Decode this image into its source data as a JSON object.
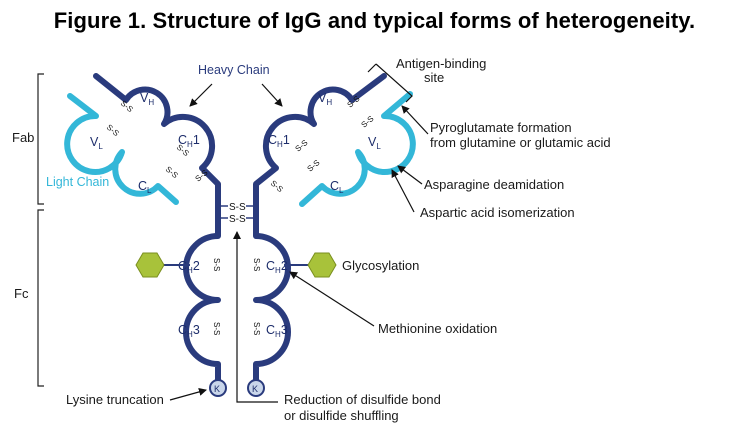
{
  "figure": {
    "title": "Figure 1. Structure of IgG and typical forms of heterogeneity."
  },
  "chains": {
    "heavy": "Heavy Chain",
    "light": "Light Chain"
  },
  "regions": {
    "fab": "Fab",
    "fc": "Fc"
  },
  "domains": {
    "vh_base": "V",
    "vh_sub": "H",
    "vl_base": "V",
    "vl_sub": "L",
    "ch1_base": "C",
    "ch1_sub": "H",
    "ch1_suffix": "1",
    "cl_base": "C",
    "cl_sub": "L",
    "ch2_base": "C",
    "ch2_sub": "H",
    "ch2_suffix": "2",
    "ch3_base": "C",
    "ch3_sub": "H",
    "ch3_suffix": "3",
    "lysine": "K"
  },
  "disulfide": "S-S",
  "annotations": {
    "antigen_binding_1": "Antigen-binding",
    "antigen_binding_2": "site",
    "pyroglutamate_1": "Pyroglutamate formation",
    "pyroglutamate_2": "from glutamine or glutamic acid",
    "deamidation": "Asparagine deamidation",
    "isomerization": "Aspartic acid isomerization",
    "glycosylation": "Glycosylation",
    "methionine": "Methionine oxidation",
    "lysine_truncation": "Lysine truncation",
    "reduction_1": "Reduction of disulfide bond",
    "reduction_2": "or disulfide shuffling"
  },
  "colors": {
    "heavy_chain": "#2a3b7d",
    "light_chain": "#33b7d8",
    "glycan": "#a8c23a",
    "lysine_fill": "#c9d6ea"
  }
}
